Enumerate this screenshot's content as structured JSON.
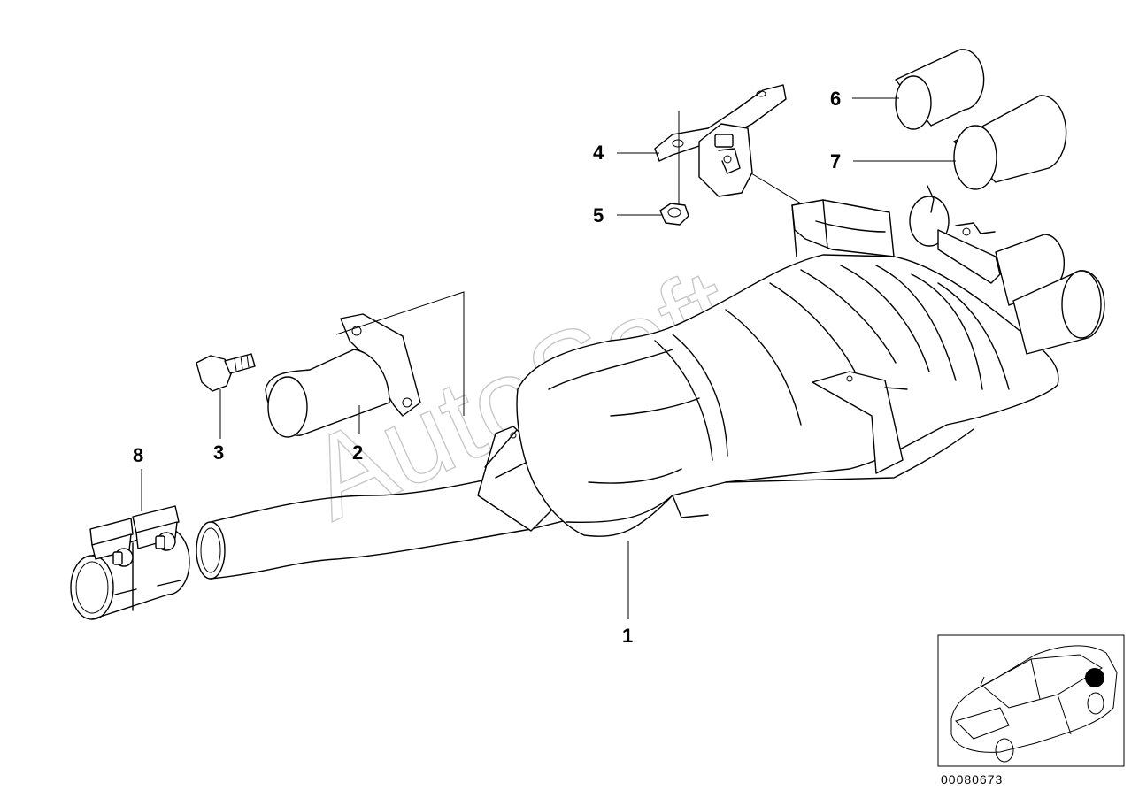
{
  "diagram": {
    "parts": [
      {
        "id": "1",
        "label": "1"
      },
      {
        "id": "2",
        "label": "2"
      },
      {
        "id": "3",
        "label": "3"
      },
      {
        "id": "4",
        "label": "4"
      },
      {
        "id": "5",
        "label": "5"
      },
      {
        "id": "6",
        "label": "6"
      },
      {
        "id": "7",
        "label": "7"
      },
      {
        "id": "8",
        "label": "8"
      }
    ],
    "watermark": "AutoSoft",
    "document_number": "00080673"
  }
}
